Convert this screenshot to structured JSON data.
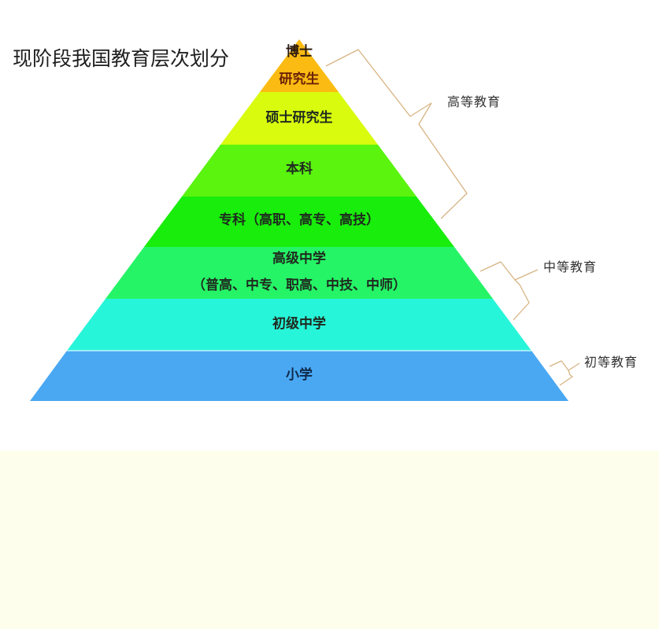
{
  "title": "现阶段我国教育层次划分",
  "levels": [
    {
      "label": "博士",
      "color": "#fbbb12"
    },
    {
      "label": "研究生",
      "color": "#fbbb12"
    },
    {
      "label": "硕士研究生",
      "color": "#d8fb0e"
    },
    {
      "label": "本科",
      "color": "#5af40e"
    },
    {
      "label": "专科（高职、高专、高技）",
      "color": "#18ed0b"
    },
    {
      "label": "高级中学",
      "color": "#25f466"
    },
    {
      "label": "（普高、中专、职高、中技、中师）",
      "color": "#25f466"
    },
    {
      "label": "初级中学",
      "color": "#27f5d9"
    },
    {
      "label": "小学",
      "color": "#4aa8f3"
    }
  ],
  "categories": [
    {
      "label": "高等教育"
    },
    {
      "label": "中等教育"
    },
    {
      "label": "初等教育"
    }
  ],
  "colors": {
    "bracket": "#d7b483",
    "cream": "#fdfeec"
  }
}
